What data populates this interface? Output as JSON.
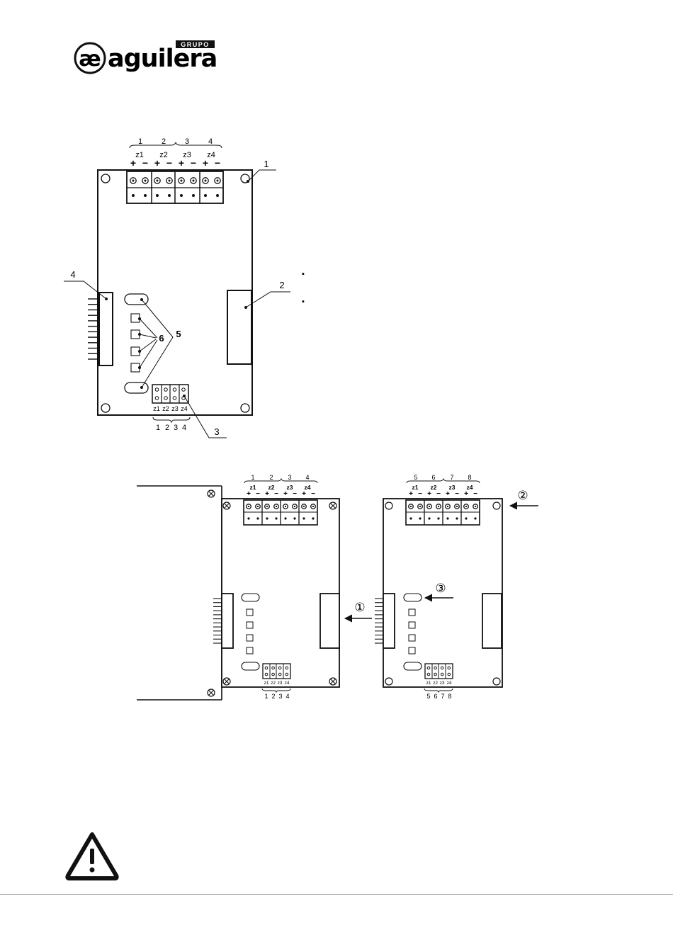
{
  "brand": {
    "glyph": "æ",
    "name": "aguilera",
    "tag": "GRUPO"
  },
  "board_main": {
    "zone_numbers": [
      "1",
      "2",
      "3",
      "4"
    ],
    "zone_labels": [
      "z1",
      "z2",
      "z3",
      "z4"
    ],
    "polarity": [
      "+",
      "−"
    ],
    "jumper_labels": [
      "z1",
      "z2",
      "z3",
      "z4"
    ],
    "jumper_numbers": [
      "1",
      "2",
      "3",
      "4"
    ],
    "callouts": [
      "1",
      "2",
      "3",
      "4",
      "5",
      "6"
    ]
  },
  "bullets": [
    "▪",
    "▪"
  ],
  "assembly": {
    "left_board": {
      "zone_numbers": [
        "1",
        "2",
        "3",
        "4"
      ],
      "zone_labels": [
        "z1",
        "z2",
        "z3",
        "z4"
      ],
      "jumper_labels": [
        "z1",
        "z2",
        "z3",
        "z4"
      ],
      "jumper_numbers": [
        "1",
        "2",
        "3",
        "4"
      ]
    },
    "right_board": {
      "zone_numbers": [
        "5",
        "6",
        "7",
        "8"
      ],
      "zone_labels": [
        "z1",
        "z2",
        "z3",
        "z4"
      ],
      "jumper_labels": [
        "z1",
        "z2",
        "z3",
        "z4"
      ],
      "jumper_numbers": [
        "5",
        "6",
        "7",
        "8"
      ]
    },
    "step_markers": [
      "①",
      "②",
      "③"
    ]
  },
  "warning_icon": "warning-triangle-icon"
}
